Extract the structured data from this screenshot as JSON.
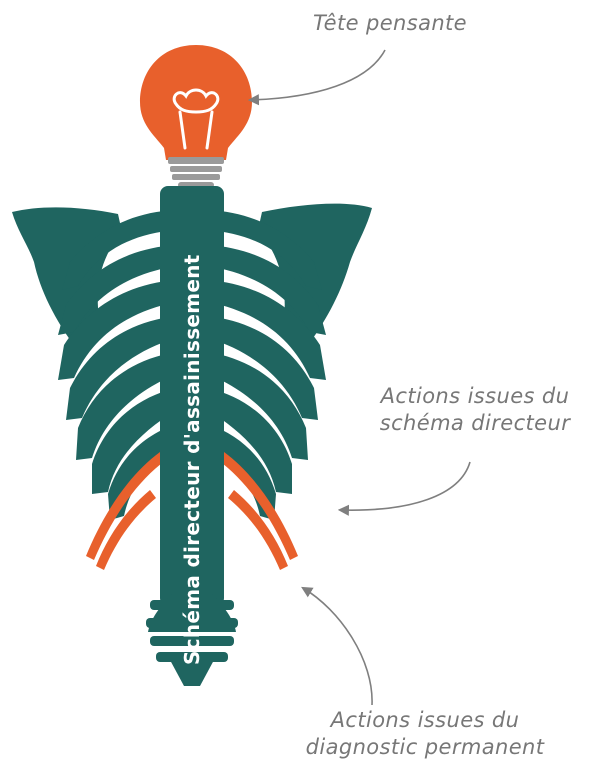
{
  "colors": {
    "skeleton": "#1f6560",
    "accent": "#e8602c",
    "annotation_text": "#777777",
    "arrow": "#7f7f7f",
    "bulb_base": "#9a9a9a"
  },
  "icons": {
    "head": "light-bulb-icon"
  },
  "spine_label": "Schéma directeur d'assainissement",
  "annotations": {
    "head": "Tête pensante",
    "schema_actions_line1": "Actions issues du",
    "schema_actions_line2": "schéma directeur",
    "diagnostic_actions_line1": "Actions issues du",
    "diagnostic_actions_line2": "diagnostic permanent"
  }
}
